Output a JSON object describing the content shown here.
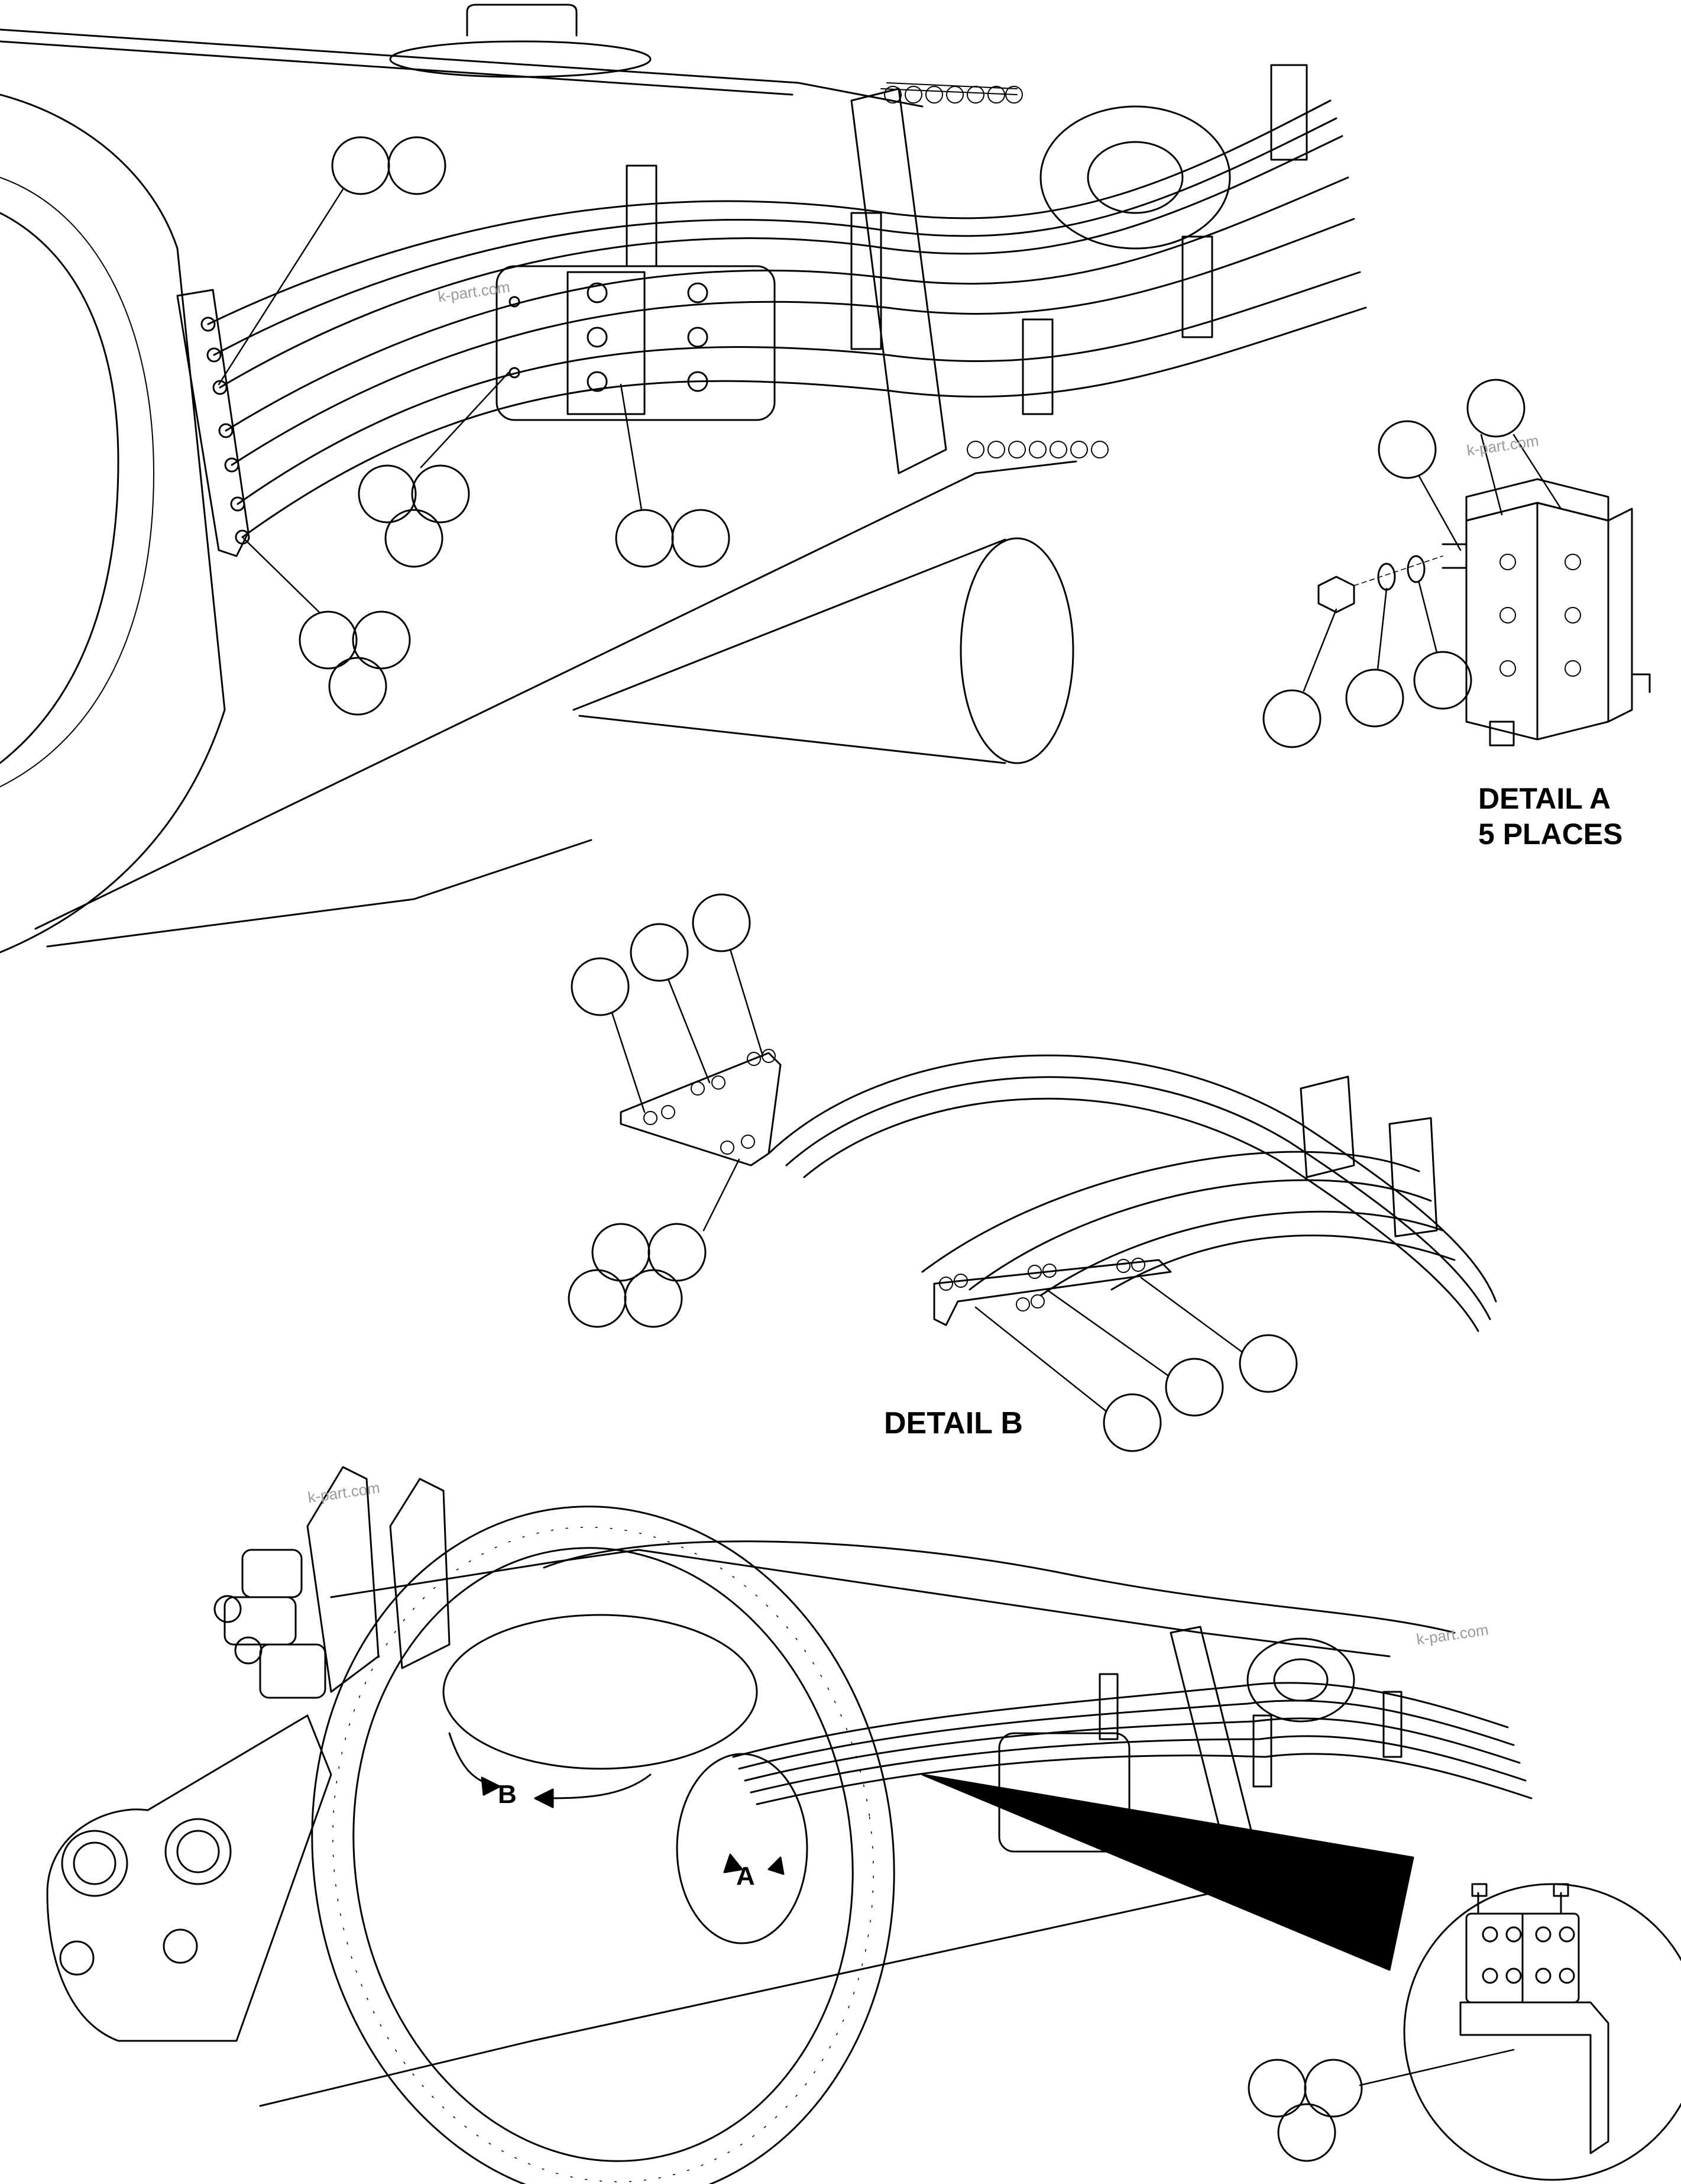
{
  "details": {
    "detail_a_title": "DETAIL A",
    "detail_a_subtitle": "5 PLACES",
    "detail_b_title": "DETAIL B"
  },
  "view_callouts": {
    "a": "A",
    "b": "B"
  },
  "watermark": "k-part.com",
  "icons": [
    "balloon-circle-icon",
    "leader-arrow-icon"
  ]
}
